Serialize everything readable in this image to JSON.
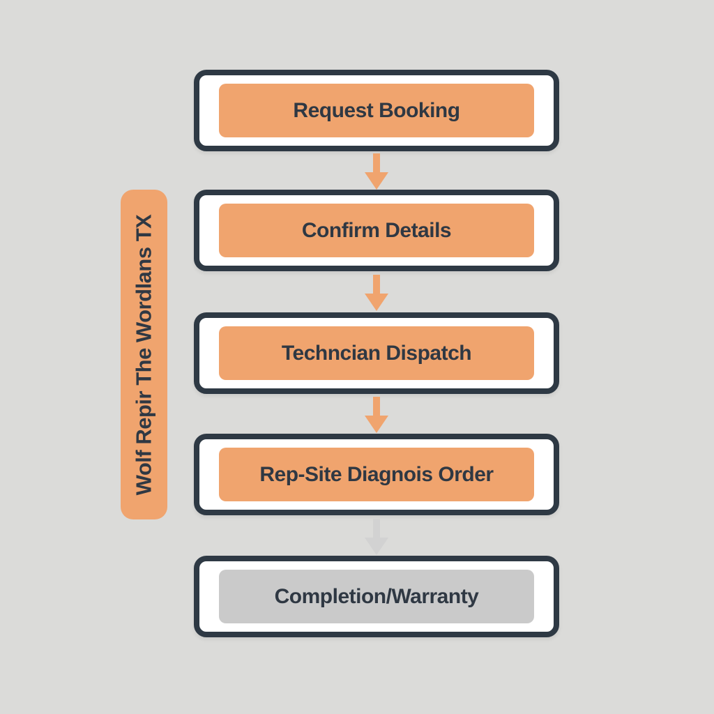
{
  "sidebar": {
    "label": "Wolf Repir The Wordlans TX"
  },
  "flow": {
    "steps": [
      {
        "label": "Request Booking",
        "state": "highlighted"
      },
      {
        "label": "Confirm Details",
        "state": "highlighted"
      },
      {
        "label": "Techncian Dispatch",
        "state": "highlighted"
      },
      {
        "label": "Rep-Site Diagnois Order",
        "state": "highlighted"
      },
      {
        "label": "Completion/Warranty",
        "state": "muted"
      }
    ],
    "connectors": [
      {
        "between": "step-1 and step-2",
        "color": "#f0a46e"
      },
      {
        "between": "step-2 and step-3",
        "color": "#f0a46e"
      },
      {
        "between": "step-3 and step-4",
        "color": "#f0a46e"
      },
      {
        "between": "step-4 and step-5",
        "color": "#d2d2d2"
      }
    ]
  },
  "colors": {
    "background": "#dbdbd9",
    "box_border": "#2e3944",
    "box_white_ring": "#ffffff",
    "accent_orange": "#f0a46e",
    "muted_gray": "#cacaca",
    "text_dark": "#2f3843",
    "connector_gray": "#d2d2d2"
  }
}
